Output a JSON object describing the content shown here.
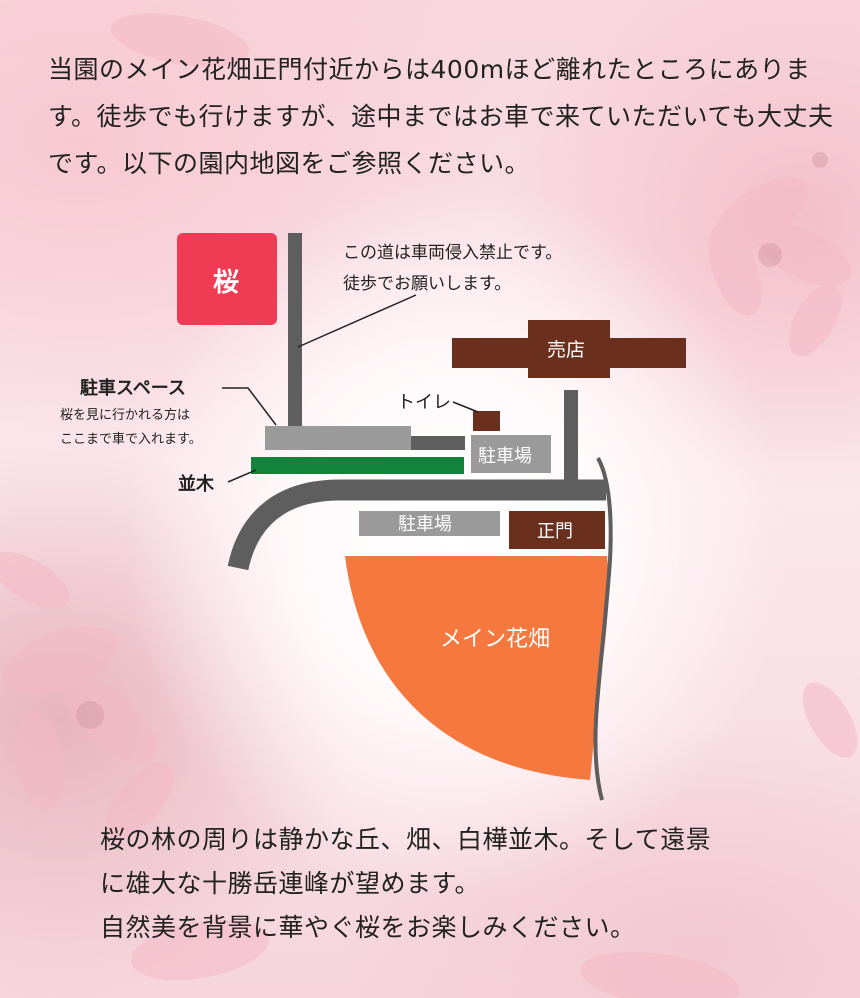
{
  "intro_text": "当園のメイン花畑正門付近からは400mほど離れたところにあります。徒歩でも行けますが、途中まではお車で来ていただいても大丈夫です。以下の園内地図をご参照ください。",
  "map": {
    "sakura_label": "桜",
    "road_note_line1": "この道は車両侵入禁止です。",
    "road_note_line2": "徒歩でお願いします。",
    "parking_space_label": "駐車スペース",
    "parking_space_note_line1": "桜を見に行かれる方は",
    "parking_space_note_line2": "ここまで車で入れます。",
    "namiki_label": "並木",
    "shop_label": "売店",
    "toilet_label": "トイレ",
    "parking_upper_label": "駐車場",
    "parking_lower_label": "駐車場",
    "main_gate_label": "正門",
    "main_field_label": "メイン花畑"
  },
  "outro": {
    "line1": "桜の林の周りは静かな丘、畑、白樺並木。そして遠景",
    "line2": "に雄大な十勝岳連峰が望めます。",
    "line3": "自然美を背景に華やぐ桜をお楽しみください。"
  },
  "colors": {
    "sakura": "#ef3b54",
    "road": "#5e5e5e",
    "parking": "#9a9a9a",
    "namiki": "#13823a",
    "brown": "#6b2f1e",
    "field": "#f5783f"
  }
}
